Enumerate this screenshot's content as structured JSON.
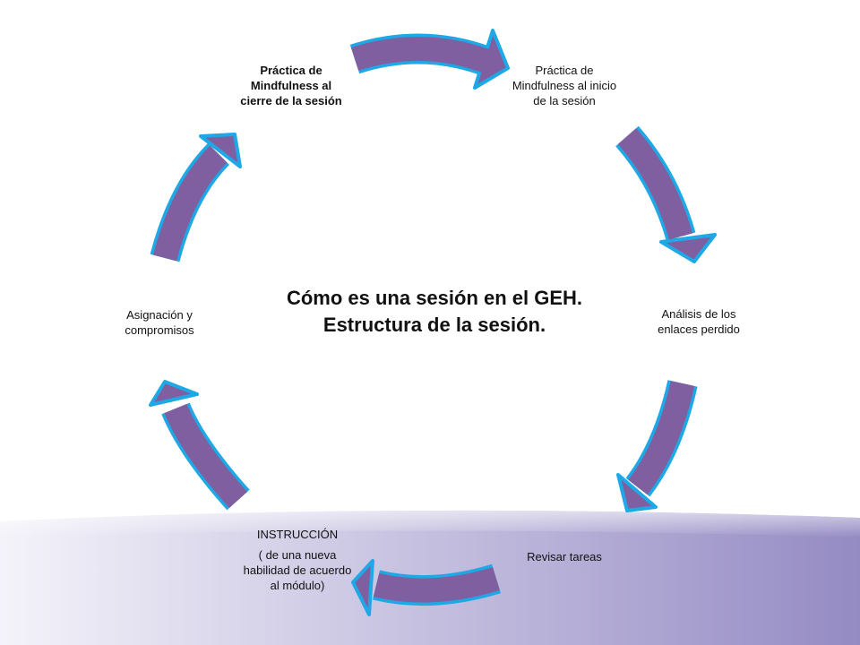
{
  "title_lines": [
    "Cómo es una sesión en el GEH.",
    "Estructura de la sesión."
  ],
  "steps": [
    {
      "lines": [
        "Práctica de",
        "Mindfulness al",
        "cierre de la sesión"
      ]
    },
    {
      "lines": [
        "Práctica de",
        "Mindfulness al  inicio",
        "de la  sesión"
      ]
    },
    {
      "lines": [
        "Análisis de los",
        "enlaces perdido"
      ]
    },
    {
      "lines": [
        "Revisar tareas"
      ]
    },
    {
      "lines": [
        "INSTRUCCIÓN",
        "( de una nueva",
        "habilidad de acuerdo",
        "al módulo)"
      ]
    },
    {
      "lines": [
        "Asignación y",
        "compromisos"
      ]
    }
  ],
  "colors": {
    "arrow_fill": "#7f5fa0",
    "arrow_outline": "#1ea8e6",
    "wave": "#9b90c6"
  }
}
